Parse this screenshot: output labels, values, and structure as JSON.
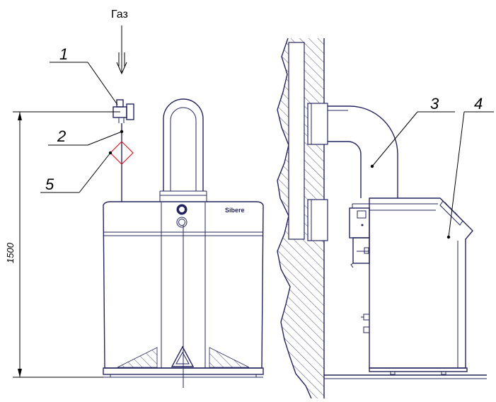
{
  "labels": {
    "gas": "Газ",
    "callout_1": "1",
    "callout_2": "2",
    "callout_3": "3",
    "callout_4": "4",
    "callout_5": "5",
    "dimension": "1500",
    "brand": "Sibere"
  },
  "colors": {
    "line": "#23245e",
    "filter": "#d22020",
    "hatch": "#23245e",
    "annotation": "#000000"
  }
}
